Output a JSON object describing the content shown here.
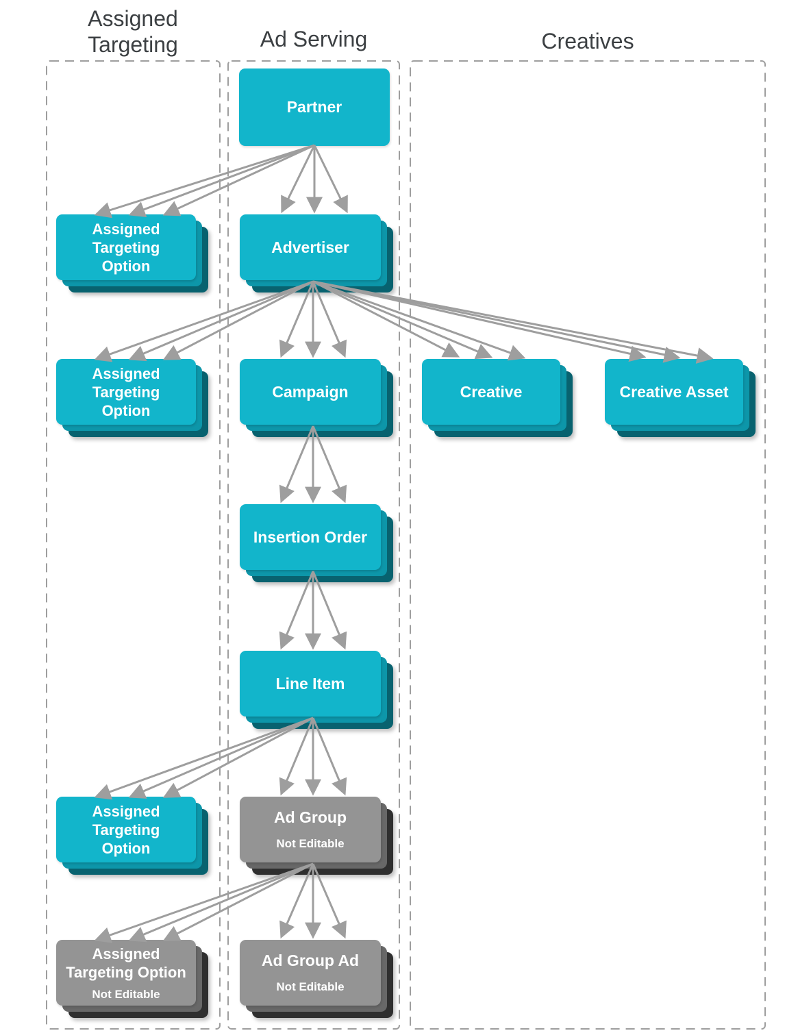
{
  "columns": {
    "assigned_targeting": {
      "label": "Assigned Targeting"
    },
    "ad_serving": {
      "label": "Ad Serving"
    },
    "creatives": {
      "label": "Creatives"
    }
  },
  "nodes": {
    "partner": {
      "label": "Partner"
    },
    "ato_partner": {
      "label": "Assigned\nTargeting\nOption"
    },
    "advertiser": {
      "label": "Advertiser"
    },
    "ato_advertiser": {
      "label": "Assigned\nTargeting\nOption"
    },
    "campaign": {
      "label": "Campaign"
    },
    "creative": {
      "label": "Creative"
    },
    "creative_asset": {
      "label": "Creative Asset"
    },
    "insertion_order": {
      "label": "Insertion Order"
    },
    "line_item": {
      "label": "Line Item"
    },
    "ato_line_item": {
      "label": "Assigned\nTargeting\nOption"
    },
    "ad_group": {
      "label": "Ad Group",
      "sublabel": "Not Editable"
    },
    "ato_ad_group": {
      "label": "Assigned\nTargeting Option",
      "sublabel": "Not Editable"
    },
    "ad_group_ad": {
      "label": "Ad Group Ad",
      "sublabel": "Not Editable"
    }
  },
  "colors": {
    "teal": "#12B5CB",
    "teal_mid": "#0D96A9",
    "teal_back": "#08626F",
    "gray": "#949494",
    "gray_mid": "#686868",
    "gray_back": "#2F2F2F",
    "arrow": "#9E9E9E",
    "dashed_border": "#9E9E9E",
    "header_text": "#3C4043",
    "node_text": "#FFFFFF"
  }
}
